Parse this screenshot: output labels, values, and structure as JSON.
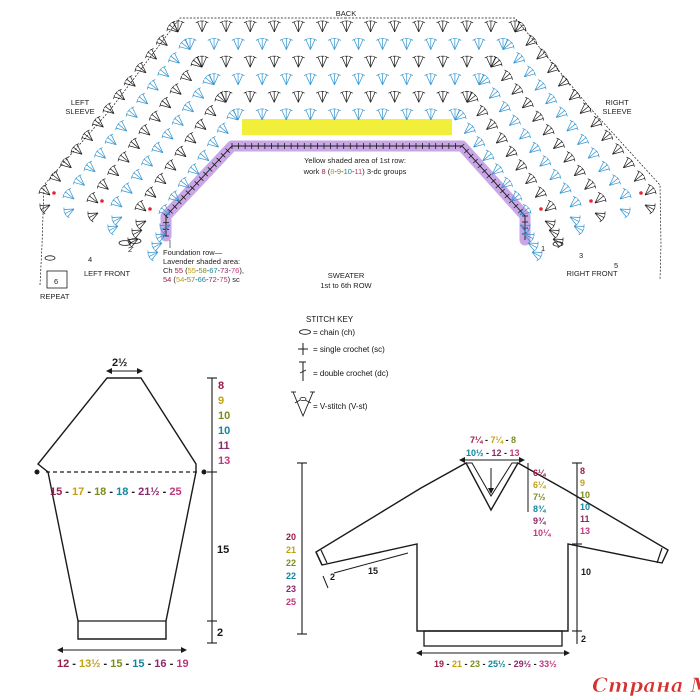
{
  "colors": {
    "sizes": [
      "#9a1b4b",
      "#c3a012",
      "#7d8c1c",
      "#12869e",
      "#8b2a6a",
      "#c0387c"
    ],
    "blue": "#2f93cf",
    "red": "#e5262a",
    "yellow": "#f2ef3a",
    "lavender": "#c9a6e6",
    "ink": "#1a1a1a",
    "watermark": "#d4312f"
  },
  "chart": {
    "back_label": "BACK",
    "left_sleeve": [
      "LEFT",
      "SLEEVE"
    ],
    "right_sleeve": [
      "RIGHT",
      "SLEEVE"
    ],
    "left_front": "LEFT FRONT",
    "right_front": "RIGHT FRONT",
    "repeat_label": "REPEAT",
    "repeat_num": "6",
    "sweater_title": [
      "SWEATER",
      "1st to 6th ROW"
    ],
    "yellow_note": {
      "line1": "Yellow shaded area of 1st row:",
      "pre": "work ",
      "sizes": [
        "8",
        "8",
        "9",
        "10",
        "11"
      ],
      "post": " 3-dc groups"
    },
    "foundation_note": {
      "line1": "Foundation row—",
      "line2": "Lavender shaded area:",
      "ch_pre": "Ch ",
      "ch_sizes": [
        "55",
        "55",
        "58",
        "67",
        "73",
        "76"
      ],
      "ch_post": "),",
      "sc_sizes": [
        "54",
        "54",
        "57",
        "66",
        "72",
        "75"
      ],
      "sc_post": ") sc"
    },
    "row_numbers_left": [
      "2",
      "4"
    ],
    "row_numbers_right": [
      "1",
      "3",
      "5"
    ]
  },
  "stitch_key": {
    "title": "STITCH KEY",
    "items": [
      "= chain (ch)",
      "= single crochet (sc)",
      "= double crochet (dc)",
      "= V-stitch (V-st)"
    ]
  },
  "left_schematic": {
    "neck": "2½",
    "right_sizes": [
      "8",
      "9",
      "10",
      "10",
      "11",
      "13"
    ],
    "chest_parts": [
      "15",
      "17",
      "18",
      "18",
      "21½",
      "25"
    ],
    "body_len": "15",
    "rib_len": "2",
    "bottom_parts": [
      "12",
      "13½",
      "15",
      "15",
      "16",
      "19"
    ]
  },
  "right_schematic": {
    "top1_parts": [
      "7¼",
      "7¼",
      "8"
    ],
    "top2_parts": [
      "10½",
      "12",
      "13"
    ],
    "v_depth": [
      "6¼",
      "6¼",
      "7½",
      "8¾",
      "9¾",
      "10¼"
    ],
    "right_sizes": [
      "8",
      "9",
      "10",
      "10",
      "11",
      "13"
    ],
    "left_sizes": [
      "20",
      "21",
      "22",
      "22",
      "23",
      "25"
    ],
    "sleeve_len": "15",
    "cuff": "2",
    "body_len": "10",
    "rib_len": "2",
    "bottom_parts": [
      "19",
      "21",
      "23",
      "25½",
      "29½",
      "33½"
    ]
  },
  "watermark": "Страна Мам"
}
